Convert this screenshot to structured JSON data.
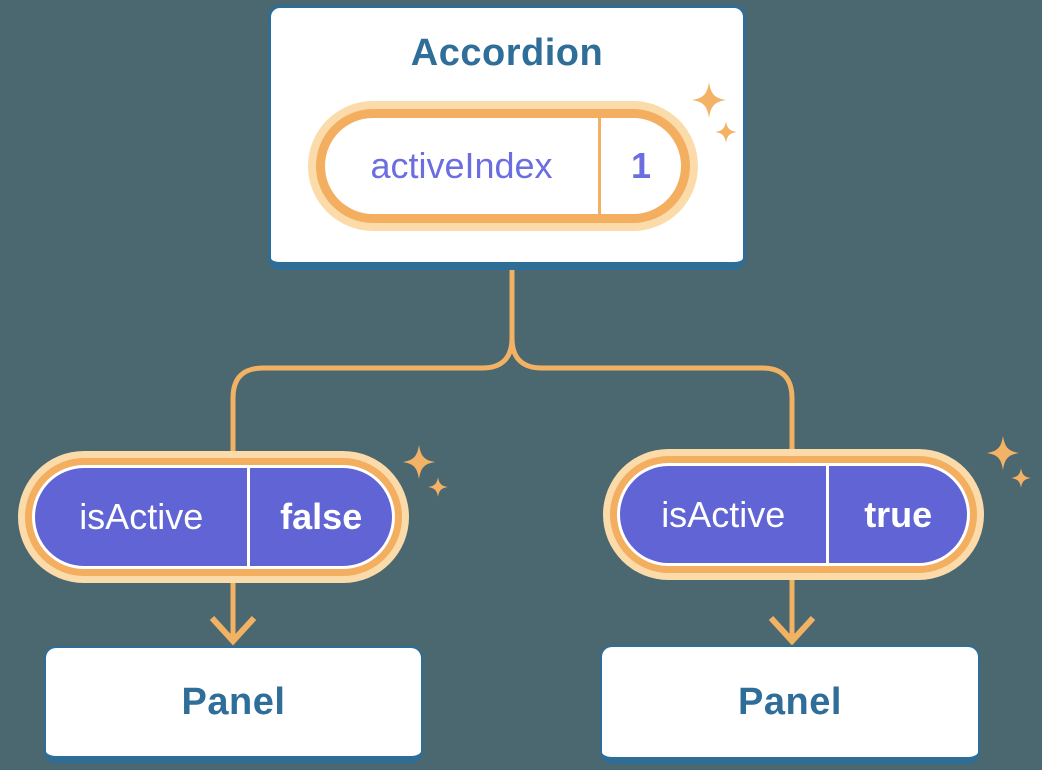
{
  "accordion": {
    "title": "Accordion",
    "state_pill": {
      "label": "activeIndex",
      "value": "1"
    }
  },
  "branches": [
    {
      "prop_pill": {
        "label": "isActive",
        "value": "false"
      },
      "panel": {
        "title": "Panel"
      }
    },
    {
      "prop_pill": {
        "label": "isActive",
        "value": "true"
      },
      "panel": {
        "title": "Panel"
      }
    }
  ],
  "colors": {
    "background": "#4B6770",
    "card_border_blue": "#2E6D96",
    "heading_blue": "#2F6E98",
    "orange_ring": "#F3AE60",
    "orange_halo": "#FBDBAA",
    "connector_orange": "#F2B264",
    "sparkle_orange": "#F4B267",
    "purple_fill": "#6064D4",
    "purple_text": "#6A6EE0",
    "white": "#FFFFFF"
  }
}
